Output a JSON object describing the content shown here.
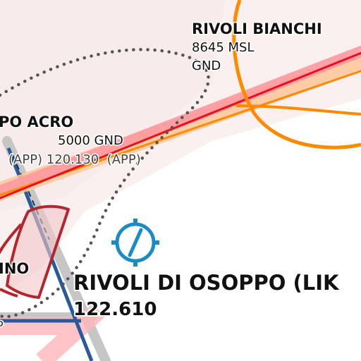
{
  "map": {
    "colors": {
      "background": "#ffffff",
      "airspace_fill": "#fbf0f0",
      "orange": "#ff8a00",
      "orange_band": "#ffc89a",
      "red_line": "#e8101c",
      "red_band": "#ff9aa0",
      "pink_band": "#ffb6bb",
      "maroon": "#b4262e",
      "blue_runway": "#2a5a9c",
      "grey_runway": "#c6c6c6",
      "airport_symbol": "#1a8bc4",
      "dotted_boundary": "#555555"
    },
    "labels": {
      "rivoli_bianchi_name": "RIVOLI BIANCHI",
      "rivoli_bianchi_upper": "8645 MSL",
      "rivoli_bianchi_lower": "GND",
      "po_acro_name": "PO ACRO",
      "po_acro_limits": "5000 GND",
      "po_acro_freq": "(APP) 120.130  (APP)",
      "ino_fragment": "INO",
      "partial_glyph": "P",
      "airport_name": "RIVOLI DI OSOPPO (LIK",
      "airport_freq": "122.610"
    },
    "icons": {
      "airport": "airport-runway-symbol-icon"
    }
  }
}
